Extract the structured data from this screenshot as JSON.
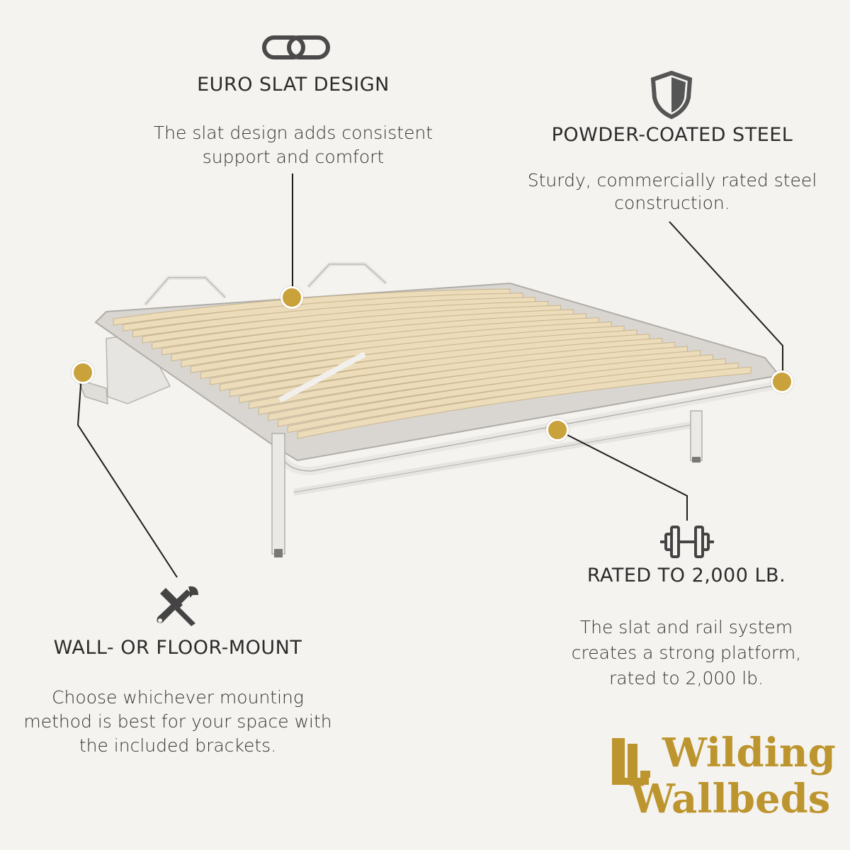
{
  "features": {
    "euro_slat": {
      "title": "EURO SLAT DESIGN",
      "desc_line1": "The slat design adds consistent",
      "desc_line2": "support and comfort",
      "icon": "chain-link-icon"
    },
    "powder_coated": {
      "title": "POWDER-COATED STEEL",
      "desc_line1": "Sturdy, commercially rated steel",
      "desc_line2": "construction.",
      "icon": "shield-icon"
    },
    "rated": {
      "title": "RATED TO 2,000 LB.",
      "desc_line1": "The slat and rail system",
      "desc_line2": "creates a strong platform,",
      "desc_line3": "rated to 2,000 lb.",
      "icon": "dumbbell-icon"
    },
    "mount": {
      "title": "WALL- OR FLOOR-MOUNT",
      "desc_line1": "Choose whichever mounting",
      "desc_line2": "method is best for your space with",
      "desc_line3": "the included brackets.",
      "icon": "tools-icon"
    }
  },
  "logo": {
    "line1": "Wilding",
    "line2": "Wallbeds"
  },
  "colors": {
    "background": "#f5f3ef",
    "accent_gold": "#c9a23b",
    "icon_gray": "#555555"
  }
}
